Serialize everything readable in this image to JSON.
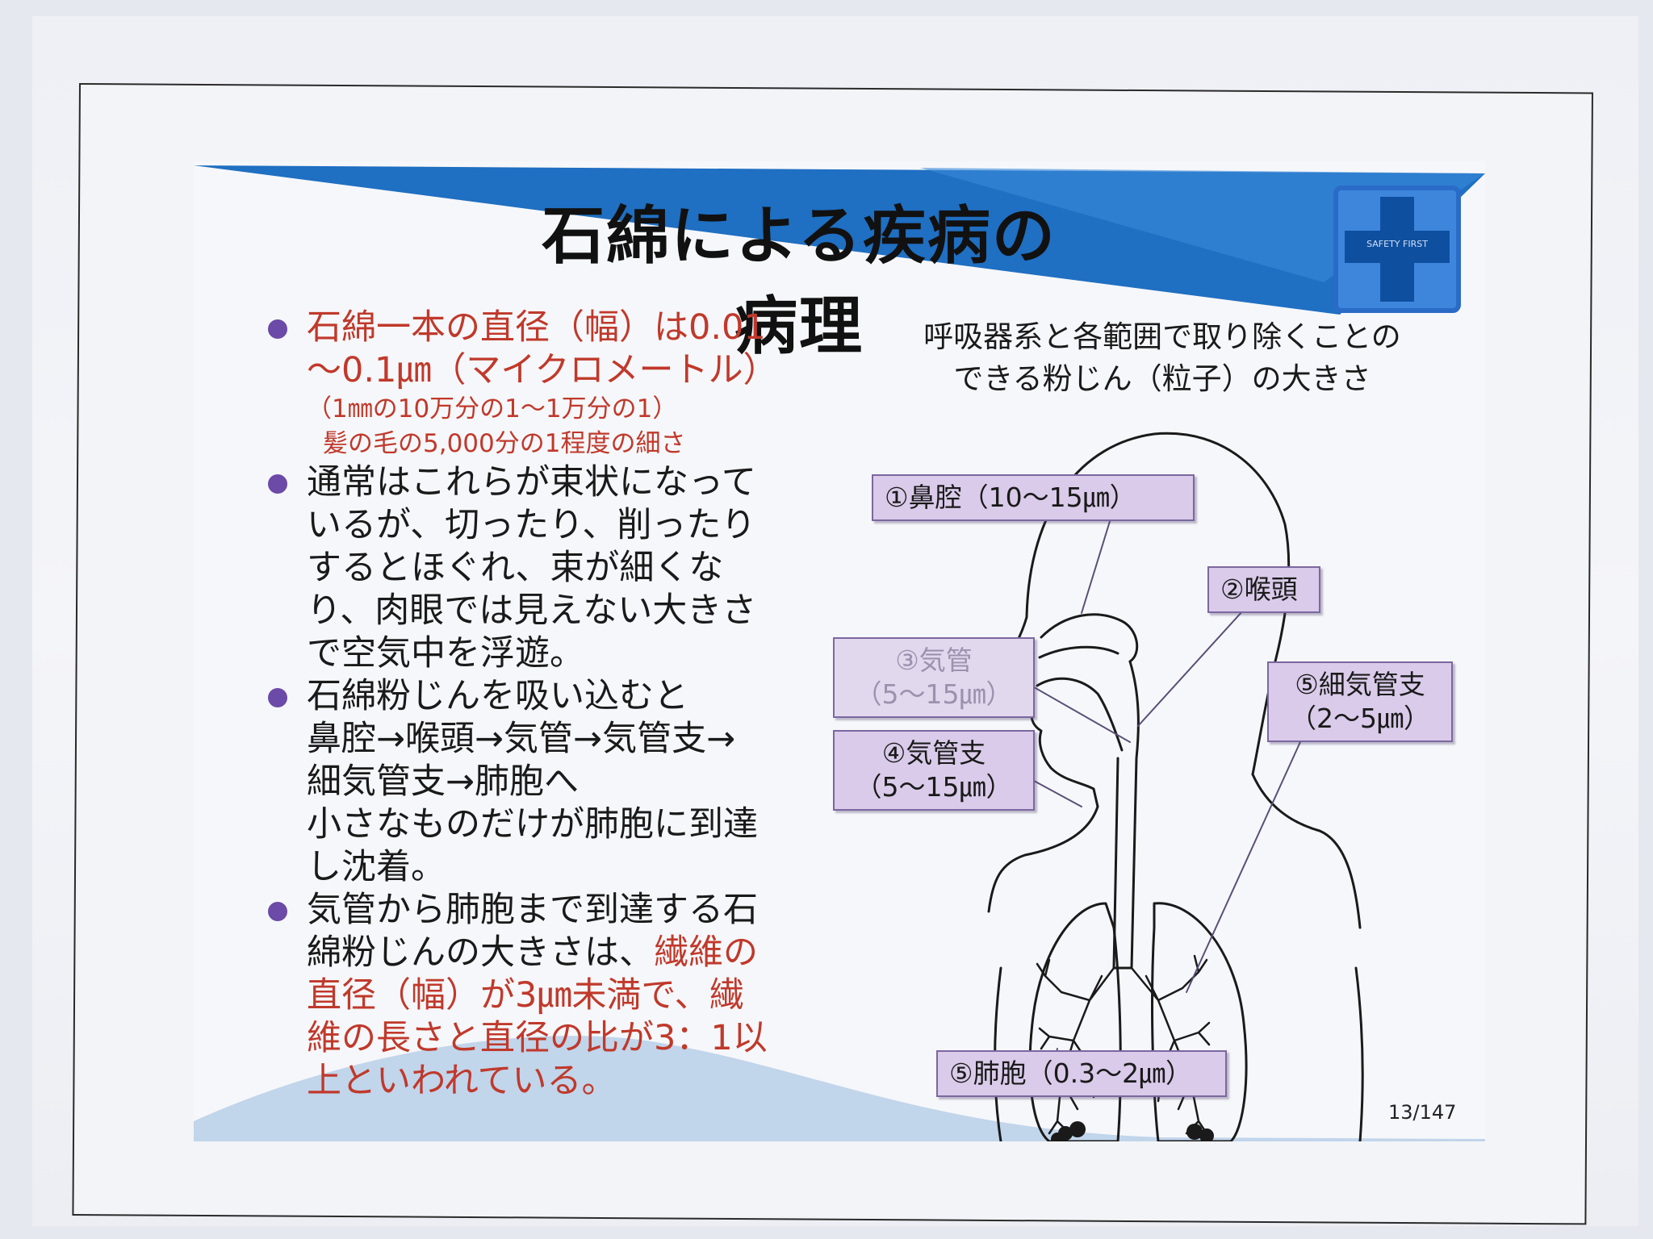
{
  "slide": {
    "title": "石綿による疾病の病理",
    "logo_text": "SAFETY FIRST",
    "page_number": "13/147"
  },
  "bullets": [
    {
      "lines": [
        "石綿一本の直径（幅）は0.01",
        "～0.1㎛（マイクロメートル）"
      ],
      "sub_lines": [
        "（1㎜の10万分の1～1万分の1）",
        "髪の毛の5,000分の1程度の細さ"
      ]
    },
    {
      "lines": [
        "通常はこれらが束状になって",
        "いるが、切ったり、削ったり",
        "するとほぐれ、束が細くな",
        "り、肉眼では見えない大きさ",
        "で空気中を浮遊。"
      ]
    },
    {
      "lines": [
        "石綿粉じんを吸い込むと",
        "鼻腔→喉頭→気管→気管支→",
        "細気管支→肺胞へ",
        "小さなものだけが肺胞に到達",
        "し沈着。"
      ]
    },
    {
      "line1": "気管から肺胞まで到達する石",
      "line2_black": "綿粉じんの大きさは、",
      "line2_red": "繊維の",
      "red_lines": [
        "直径（幅）が3㎛未満で、繊",
        "維の長さと直径の比が3：1以",
        "上といわれている。"
      ]
    }
  ],
  "diagram": {
    "title_lines": [
      "呼吸器系と各範囲で取り除くことの",
      "できる粉じん（粒子）の大きさ"
    ],
    "labels": {
      "nasal": "①鼻腔（10～15㎛）",
      "larynx": "②喉頭",
      "trachea_1": "③気管",
      "trachea_2": "（5～15㎛）",
      "bronchi_1": "④気管支",
      "bronchi_2": "（5～15㎛）",
      "bronchiole_1": "⑤細気管支",
      "bronchiole_2": "（2～5㎛）",
      "alveoli": "⑤肺胞（0.3～2㎛）"
    }
  },
  "colors": {
    "title_band": "#1f6fc2",
    "bullet_dot": "#6b4aa8",
    "red_text": "#c0392b",
    "label_fill": "#d9cbe9",
    "label_border": "#7b67a0"
  }
}
